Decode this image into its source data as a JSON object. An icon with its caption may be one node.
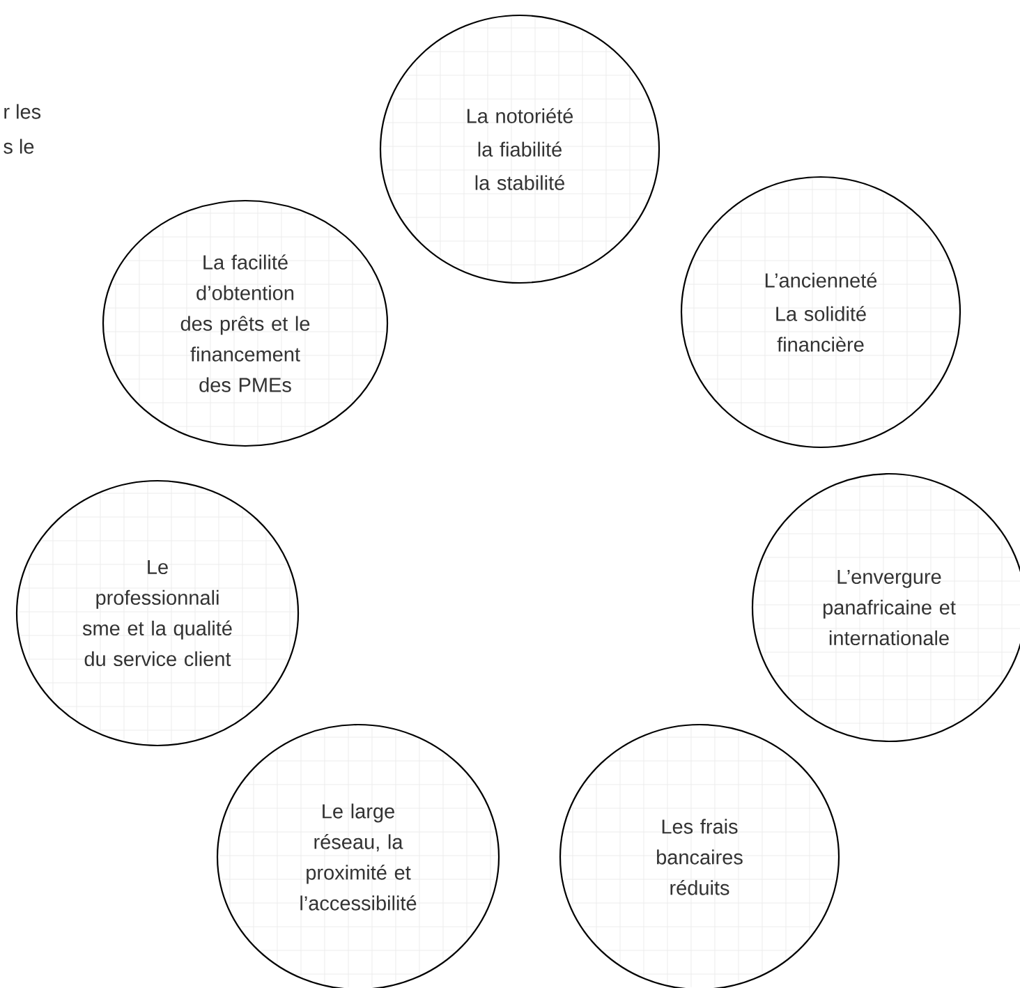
{
  "diagram": {
    "nodes": [
      {
        "text": [
          "La notoriété",
          "la fiabilité",
          "la stabilité"
        ]
      },
      {
        "text": [
          "La facilité d’obtention des prêts et le financement des PMEs"
        ]
      },
      {
        "text": [
          "L’ancienneté",
          "La solidité financière"
        ]
      },
      {
        "text": [
          "Le professionnali sme et la qualité du service client"
        ]
      },
      {
        "text": [
          "L’envergure panafricaine et internationale"
        ]
      },
      {
        "text": [
          "Le large réseau, la proximité et l’accessibilité"
        ]
      },
      {
        "text": [
          "Les frais bancaires réduits"
        ]
      }
    ],
    "labels": [
      "r les",
      "s le"
    ]
  }
}
